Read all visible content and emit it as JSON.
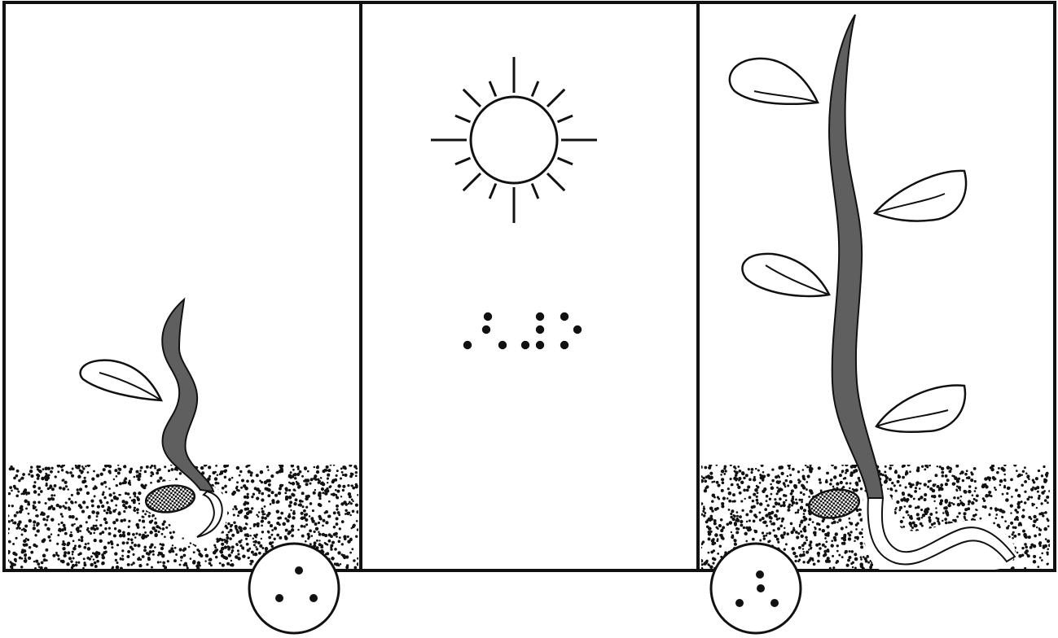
{
  "diagram": {
    "panels": [
      {
        "name": "seedling-panel",
        "stage": "early-sprout"
      },
      {
        "name": "sun-panel",
        "stage": "sunlight"
      },
      {
        "name": "grown-plant-panel",
        "stage": "mature-plant"
      }
    ],
    "braille_caption_cells": 5,
    "markers": [
      {
        "name": "left-braille-marker",
        "cell_dots": 3
      },
      {
        "name": "right-braille-marker",
        "cell_dots": 4
      }
    ],
    "icons": [
      "sun-icon",
      "seed-icon",
      "leaf-icon",
      "stem-icon",
      "root-icon",
      "soil-texture"
    ],
    "colors": {
      "stroke": "#111111",
      "stem": "#5f5f5f",
      "soil_dot": "#111111",
      "background": "#ffffff"
    }
  }
}
